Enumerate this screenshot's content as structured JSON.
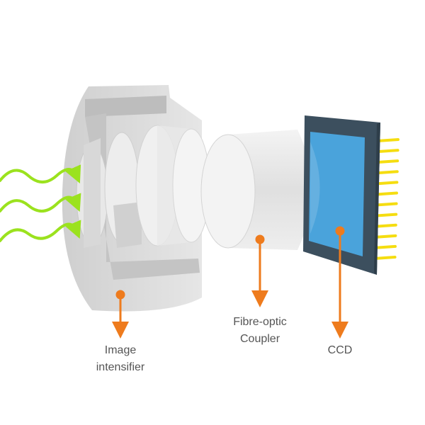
{
  "labels": {
    "intensifier": [
      "Image",
      "intensifier"
    ],
    "coupler": [
      "Fibre-optic",
      "Coupler"
    ],
    "ccd": "CCD"
  },
  "colors": {
    "accent_arrow": "#ee7b1d",
    "light_arrow": "#9be21e",
    "ccd_frame": "#3c4f5e",
    "ccd_sensor": "#4aa3db",
    "ccd_pins": "#f5dd10",
    "housing": "#d4d4d4"
  },
  "ccd_pin_count": 12
}
